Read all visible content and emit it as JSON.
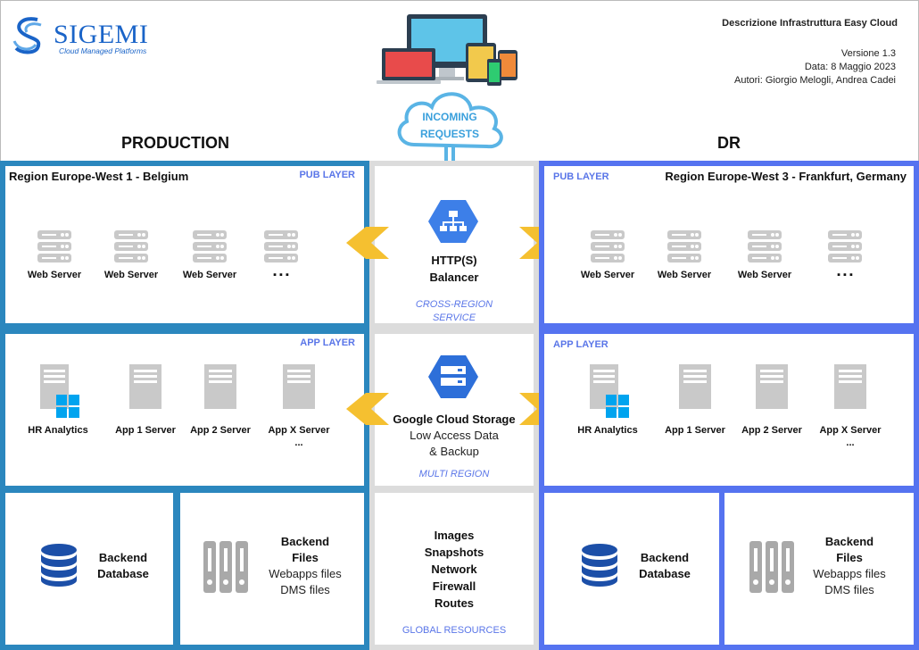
{
  "header": {
    "logo_text": "SIGEMI",
    "logo_subtitle": "Cloud Managed Platforms",
    "doc_title": "Descrizione Infrastruttura Easy Cloud",
    "version": "Versione 1.3",
    "date": "Data: 8 Maggio 2023",
    "authors": "Autori: Giorgio Melogli, Andrea Cadei"
  },
  "incoming": {
    "line1": "INCOMING",
    "line2": "REQUESTS"
  },
  "production": {
    "title": "PRODUCTION",
    "region": "Region Europe-West 1 - Belgium",
    "pub_tag": "PUB LAYER",
    "app_tag": "APP LAYER",
    "web_servers": [
      "Web Server",
      "Web Server",
      "Web Server",
      "▪ ▪ ▪"
    ],
    "app_servers": [
      "HR Analytics",
      "App 1 Server",
      "App 2 Server",
      "App X Server",
      "..."
    ],
    "backend_db": [
      "Backend",
      "Database"
    ],
    "backend_files": {
      "title1": "Backend",
      "title2": "Files",
      "sub1": "Webapps files",
      "sub2": "DMS files"
    }
  },
  "dr": {
    "title": "DR",
    "region": "Region  Europe-West 3 - Frankfurt, Germany",
    "pub_tag": "PUB LAYER",
    "app_tag": "APP LAYER",
    "web_servers": [
      "Web Server",
      "Web Server",
      "Web Server",
      "▪ ▪ ▪"
    ],
    "app_servers": [
      "HR Analytics",
      "App 1 Server",
      "App 2 Server",
      "App X Server",
      "..."
    ],
    "backend_db": [
      "Backend",
      "Database"
    ],
    "backend_files": {
      "title1": "Backend",
      "title2": "Files",
      "sub1": "Webapps files",
      "sub2": "DMS files"
    }
  },
  "center": {
    "balancer": [
      "HTTP(S)",
      "Balancer"
    ],
    "balancer_tag": [
      "CROSS-REGION",
      "SERVICE"
    ],
    "storage_title": "Google Cloud Storage",
    "storage_sub": [
      "Low Access Data",
      "& Backup"
    ],
    "storage_tag": "MULTI REGION",
    "resources": [
      "Images",
      "Snapshots",
      "Network",
      "Firewall",
      "Routes"
    ],
    "resources_tag": "GLOBAL RESOURCES"
  },
  "colors": {
    "production": "#2b87be",
    "dr": "#5573f0",
    "center": "#dcdcdc",
    "arrow": "#f5c030",
    "gcp_blue": "#1a73e8"
  }
}
